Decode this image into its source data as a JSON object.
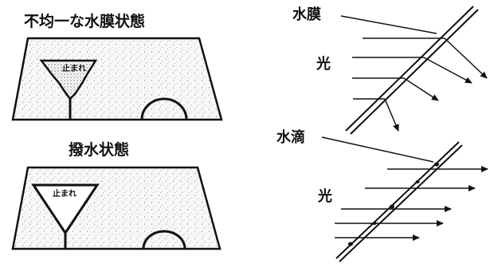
{
  "left_panels": {
    "top_title": "不均一な水膜状態",
    "bottom_title": "撥水状態",
    "sign_text": "止まれ"
  },
  "right_panels": {
    "film_label": "水膜",
    "film_light_label": "光",
    "drop_label": "水滴",
    "drop_light_label": "光"
  }
}
